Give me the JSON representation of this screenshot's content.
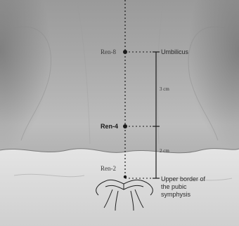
{
  "points": {
    "ren8": "Ren-8",
    "ren4": "Ren-4",
    "ren2": "Ren-2"
  },
  "landmarks": {
    "umbilicus": "Umbilicus",
    "pubic_symphysis": "Upper border of the pubic symphysis"
  },
  "measurements": {
    "upper_distance": "3 cm",
    "lower_distance": "2 cm"
  },
  "colors": {
    "skin_light": "#d9d9d9",
    "skin_mid": "#b8b8b8",
    "skin_dark": "#8e8e8e",
    "line": "#1a1a1a"
  }
}
